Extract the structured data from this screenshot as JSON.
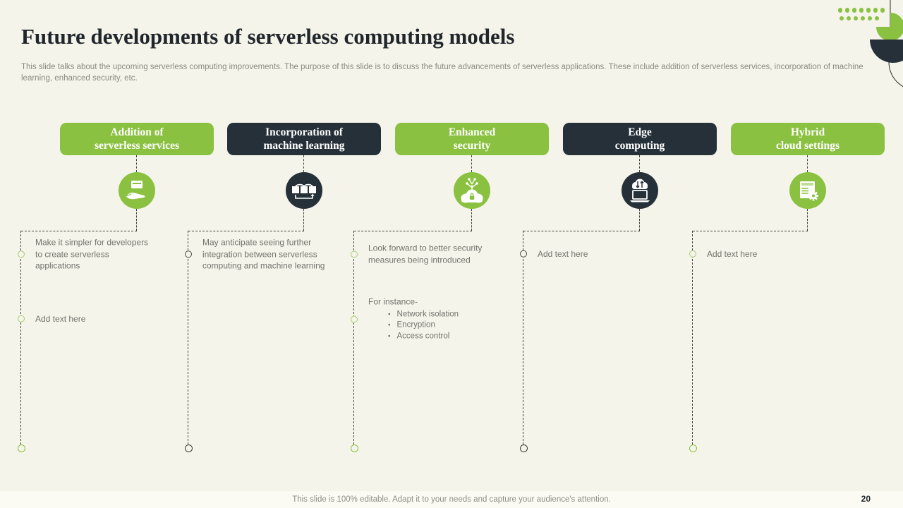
{
  "slide": {
    "title": "Future developments of  serverless computing models",
    "subtitle": "This slide talks about the upcoming serverless computing improvements. The purpose of this slide is to discuss the future advancements of serverless applications. These include addition of serverless services, incorporation of machine learning, enhanced security, etc.",
    "footer": "This slide is 100% editable. Adapt it to your needs and capture your audience's attention.",
    "page_number": "20"
  },
  "colors": {
    "green": "#8BC140",
    "dark": "#253039",
    "background": "#F5F4EA",
    "body_text": "#73736E"
  },
  "columns": [
    {
      "header_line1": "Addition of",
      "header_line2": "serverless services",
      "theme": "green",
      "icon": "hand-offering-services-icon",
      "items": [
        {
          "text": "Make it simpler for developers  to create serverless  applications"
        },
        {
          "text": "Add text here"
        }
      ]
    },
    {
      "header_line1": "Incorporation of",
      "header_line2": "machine learning",
      "theme": "dark",
      "icon": "machine-learning-boxes-icon",
      "items": [
        {
          "text": "May anticipate seeing further integration between  serverless computing and machine learning"
        }
      ]
    },
    {
      "header_line1": "Enhanced",
      "header_line2": "security",
      "theme": "green",
      "icon": "secure-cloud-network-icon",
      "items": [
        {
          "text": "Look forward  to better security measures  being introduced"
        },
        {
          "text": "For instance-",
          "bullets": [
            "Network isolation",
            "Encryption",
            "Access control"
          ]
        }
      ]
    },
    {
      "header_line1": "Edge",
      "header_line2": "computing",
      "theme": "dark",
      "icon": "edge-computing-laptop-cloud-icon",
      "items": [
        {
          "text": "Add text here"
        }
      ]
    },
    {
      "header_line1": "Hybrid",
      "header_line2": "cloud settings",
      "theme": "green",
      "icon": "window-settings-gear-icon",
      "items": [
        {
          "text": "Add text here"
        }
      ]
    }
  ]
}
